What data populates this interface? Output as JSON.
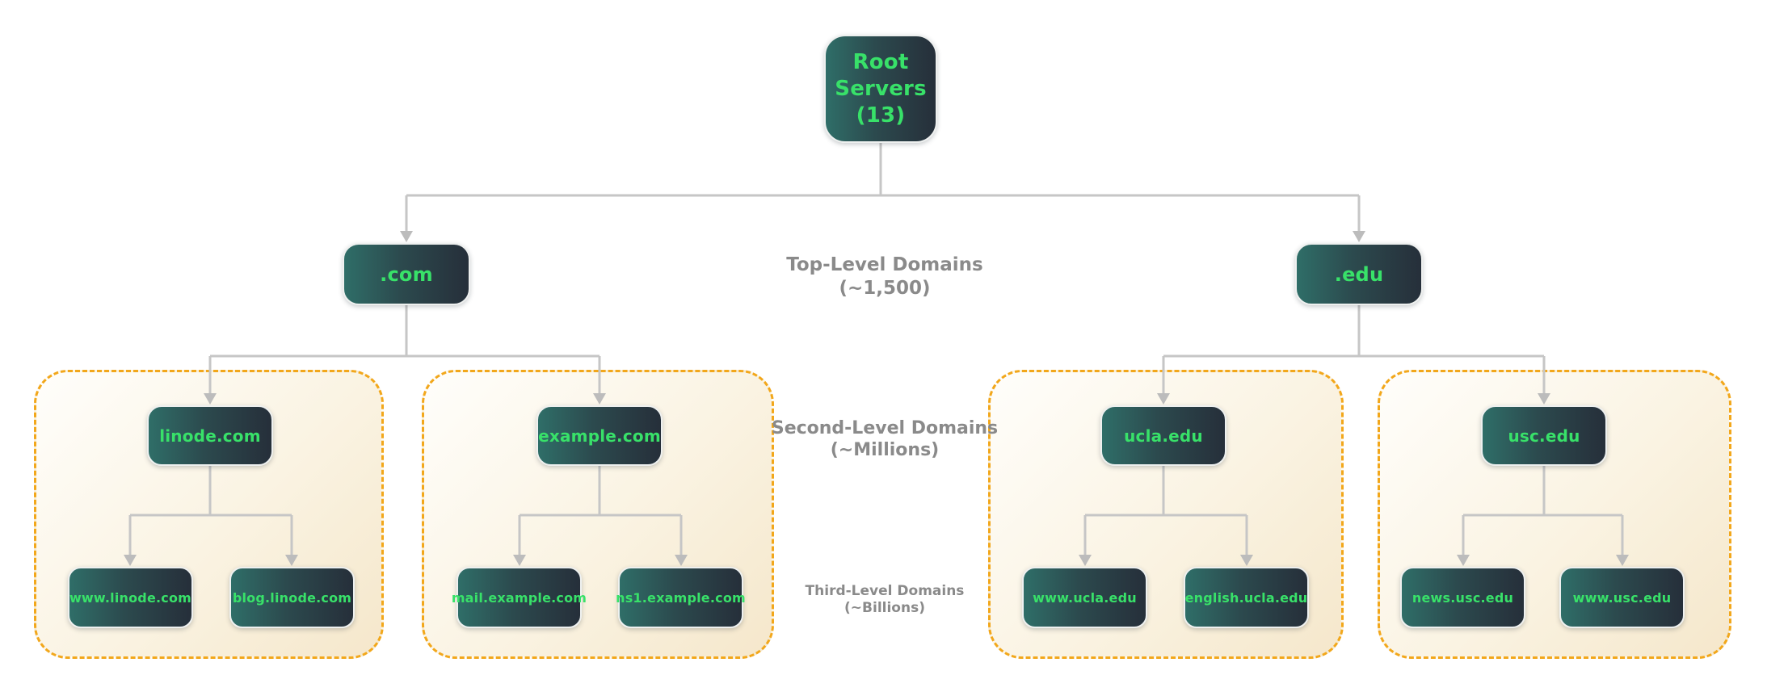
{
  "diagram": {
    "title_hidden": "",
    "root": {
      "label": "Root Servers (13)"
    },
    "tlds": [
      {
        "label": ".com"
      },
      {
        "label": ".edu"
      }
    ],
    "level_labels": {
      "top": {
        "line1": "Top-Level Domains",
        "line2": "(~1,500)"
      },
      "second": {
        "line1": "Second-Level Domains",
        "line2": "(~Millions)"
      },
      "third": {
        "line1": "Third-Level Domains",
        "line2": "(~Billions)"
      }
    },
    "second_level": [
      {
        "label": "linode.com"
      },
      {
        "label": "example.com"
      },
      {
        "label": "ucla.edu"
      },
      {
        "label": "usc.edu"
      }
    ],
    "third_level": [
      {
        "label": "www.linode.com"
      },
      {
        "label": "blog.linode.com"
      },
      {
        "label": "mail.example.com"
      },
      {
        "label": "ns1.example.com"
      },
      {
        "label": "www.ucla.edu"
      },
      {
        "label": "english.ucla.edu"
      },
      {
        "label": "news.usc.edu"
      },
      {
        "label": "www.usc.edu"
      }
    ],
    "colors": {
      "node_gradient_start": "#2f6e68",
      "node_gradient_end": "#262f3a",
      "node_text_green": "#38e169",
      "connector_gray": "#c6c6c6",
      "arrowhead_gray": "#bcbcbc",
      "label_gray": "#8a8a8a",
      "group_border_orange": "#f2a71b",
      "group_bg_cream": "#f5e7cb"
    }
  }
}
